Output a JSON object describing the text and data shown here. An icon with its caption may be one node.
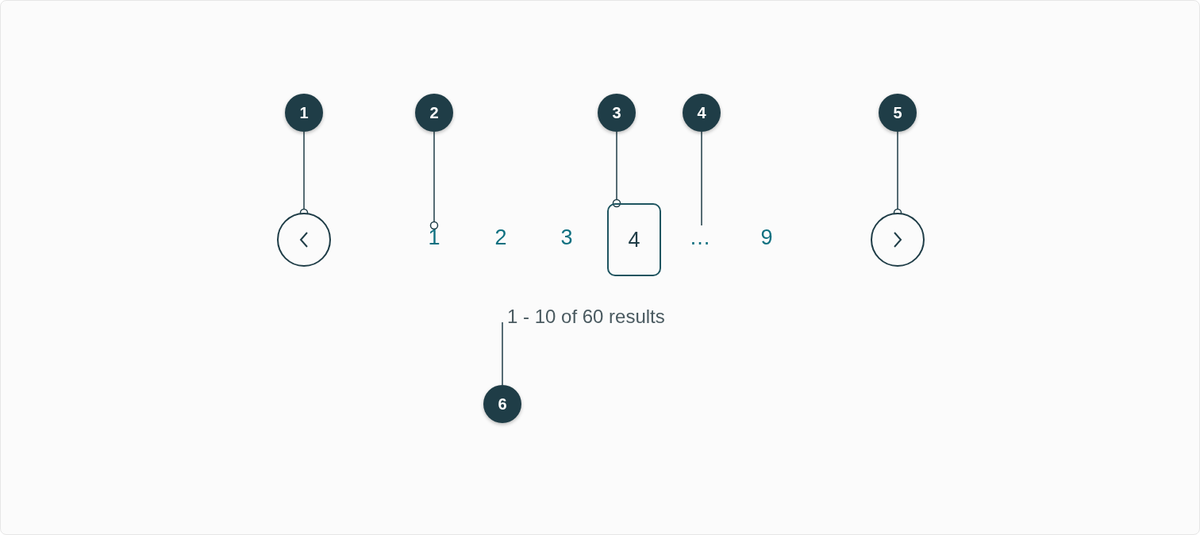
{
  "diagram": {
    "nodes": [
      {
        "text": [
          "1"
        ]
      },
      {
        "text": [
          "2"
        ]
      },
      {
        "text": [
          "3"
        ]
      },
      {
        "text": [
          "4"
        ]
      },
      {
        "text": [
          "5"
        ]
      },
      {
        "text": [],
        "shape": "circle"
      },
      {
        "text": [
          "1"
        ]
      },
      {
        "text": [
          "4"
        ]
      },
      {
        "text": [
          "…"
        ]
      },
      {
        "text": [],
        "shape": "circle"
      },
      {
        "text": [
          "1 - 10 of 60 results"
        ]
      },
      {
        "text": [
          "6"
        ]
      }
    ],
    "edges": [
      {
        "from": 0,
        "to": 5,
        "arrow": "other"
      },
      {
        "from": 1,
        "to": 6,
        "arrow": "other"
      },
      {
        "from": 2,
        "to": 7,
        "arrow": "other"
      },
      {
        "from": 3,
        "to": 8,
        "arrow": "none"
      },
      {
        "from": 4,
        "to": 9,
        "arrow": "other"
      },
      {
        "from": 11,
        "to": 10,
        "arrow": "none"
      }
    ],
    "labels": [
      "2",
      "3",
      "9"
    ]
  }
}
